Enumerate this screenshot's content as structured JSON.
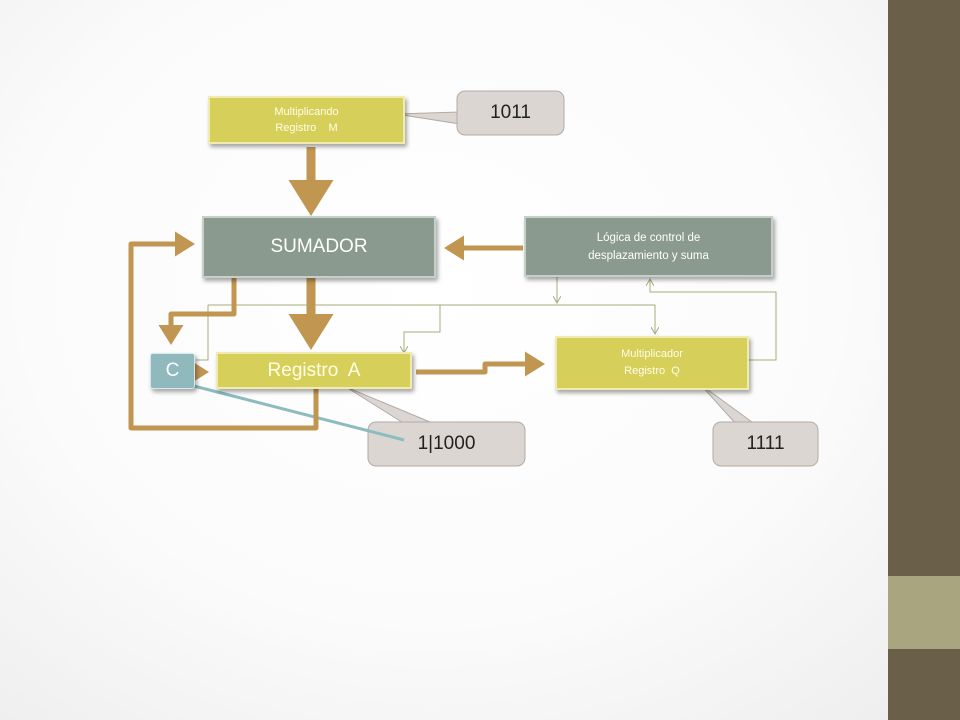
{
  "blocks": {
    "multiplicando_line1": "Multiplicando",
    "multiplicando_line2": "Registro    M",
    "sumador": "SUMADOR",
    "logica_line1": "Lógica de control de",
    "logica_line2": "desplazamiento y suma",
    "c": "C",
    "registro_a": "Registro  A",
    "multiplicador_line1": "Multiplicador",
    "multiplicador_line2": "Registro  Q"
  },
  "callouts": {
    "m_value": "1011",
    "a_value": "1|1000",
    "q_value": "1111"
  },
  "colors": {
    "register_fill": "#d6cf5a",
    "unit_fill": "#8a9a8e",
    "arrow": "#c09650",
    "callout_fill": "#dcd6d2",
    "sidebar": "#6a5f48",
    "sidebar_accent": "#a9a67f"
  }
}
